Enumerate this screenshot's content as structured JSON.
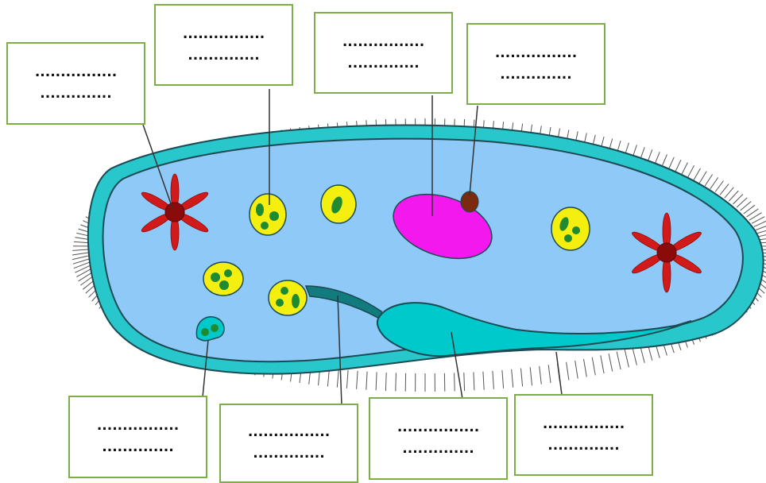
{
  "colors": {
    "cilia": "#555555",
    "pellicle": "#27c7cc",
    "outline": "#1c4a52",
    "cytoplasm": "#8ec9f7",
    "contractile_vacuole": "#d11a1a",
    "vacuole_center": "#8b0a0a",
    "food_vacuole": "#f5ef10",
    "food_particle": "#1f8a2f",
    "macronucleus": "#f318ee",
    "micronucleus": "#7a2a10",
    "oral_groove": "#00c9cc",
    "gullet": "#127b7d",
    "leader_line": "#333333",
    "box_border": "#7dae4b"
  },
  "labels": [
    {
      "id": "label-contractile-vacuole",
      "line1": "................",
      "line2": ".............."
    },
    {
      "id": "label-food-vacuole",
      "line1": "................",
      "line2": ".............."
    },
    {
      "id": "label-macronucleus",
      "line1": "................",
      "line2": ".............."
    },
    {
      "id": "label-micronucleus",
      "line1": "................",
      "line2": ".............."
    },
    {
      "id": "label-anal-pore",
      "line1": "................",
      "line2": ".............."
    },
    {
      "id": "label-gullet",
      "line1": "................",
      "line2": ".............."
    },
    {
      "id": "label-oral-groove",
      "line1": "................",
      "line2": ".............."
    },
    {
      "id": "label-cilia",
      "line1": "................",
      "line2": ".............."
    }
  ]
}
